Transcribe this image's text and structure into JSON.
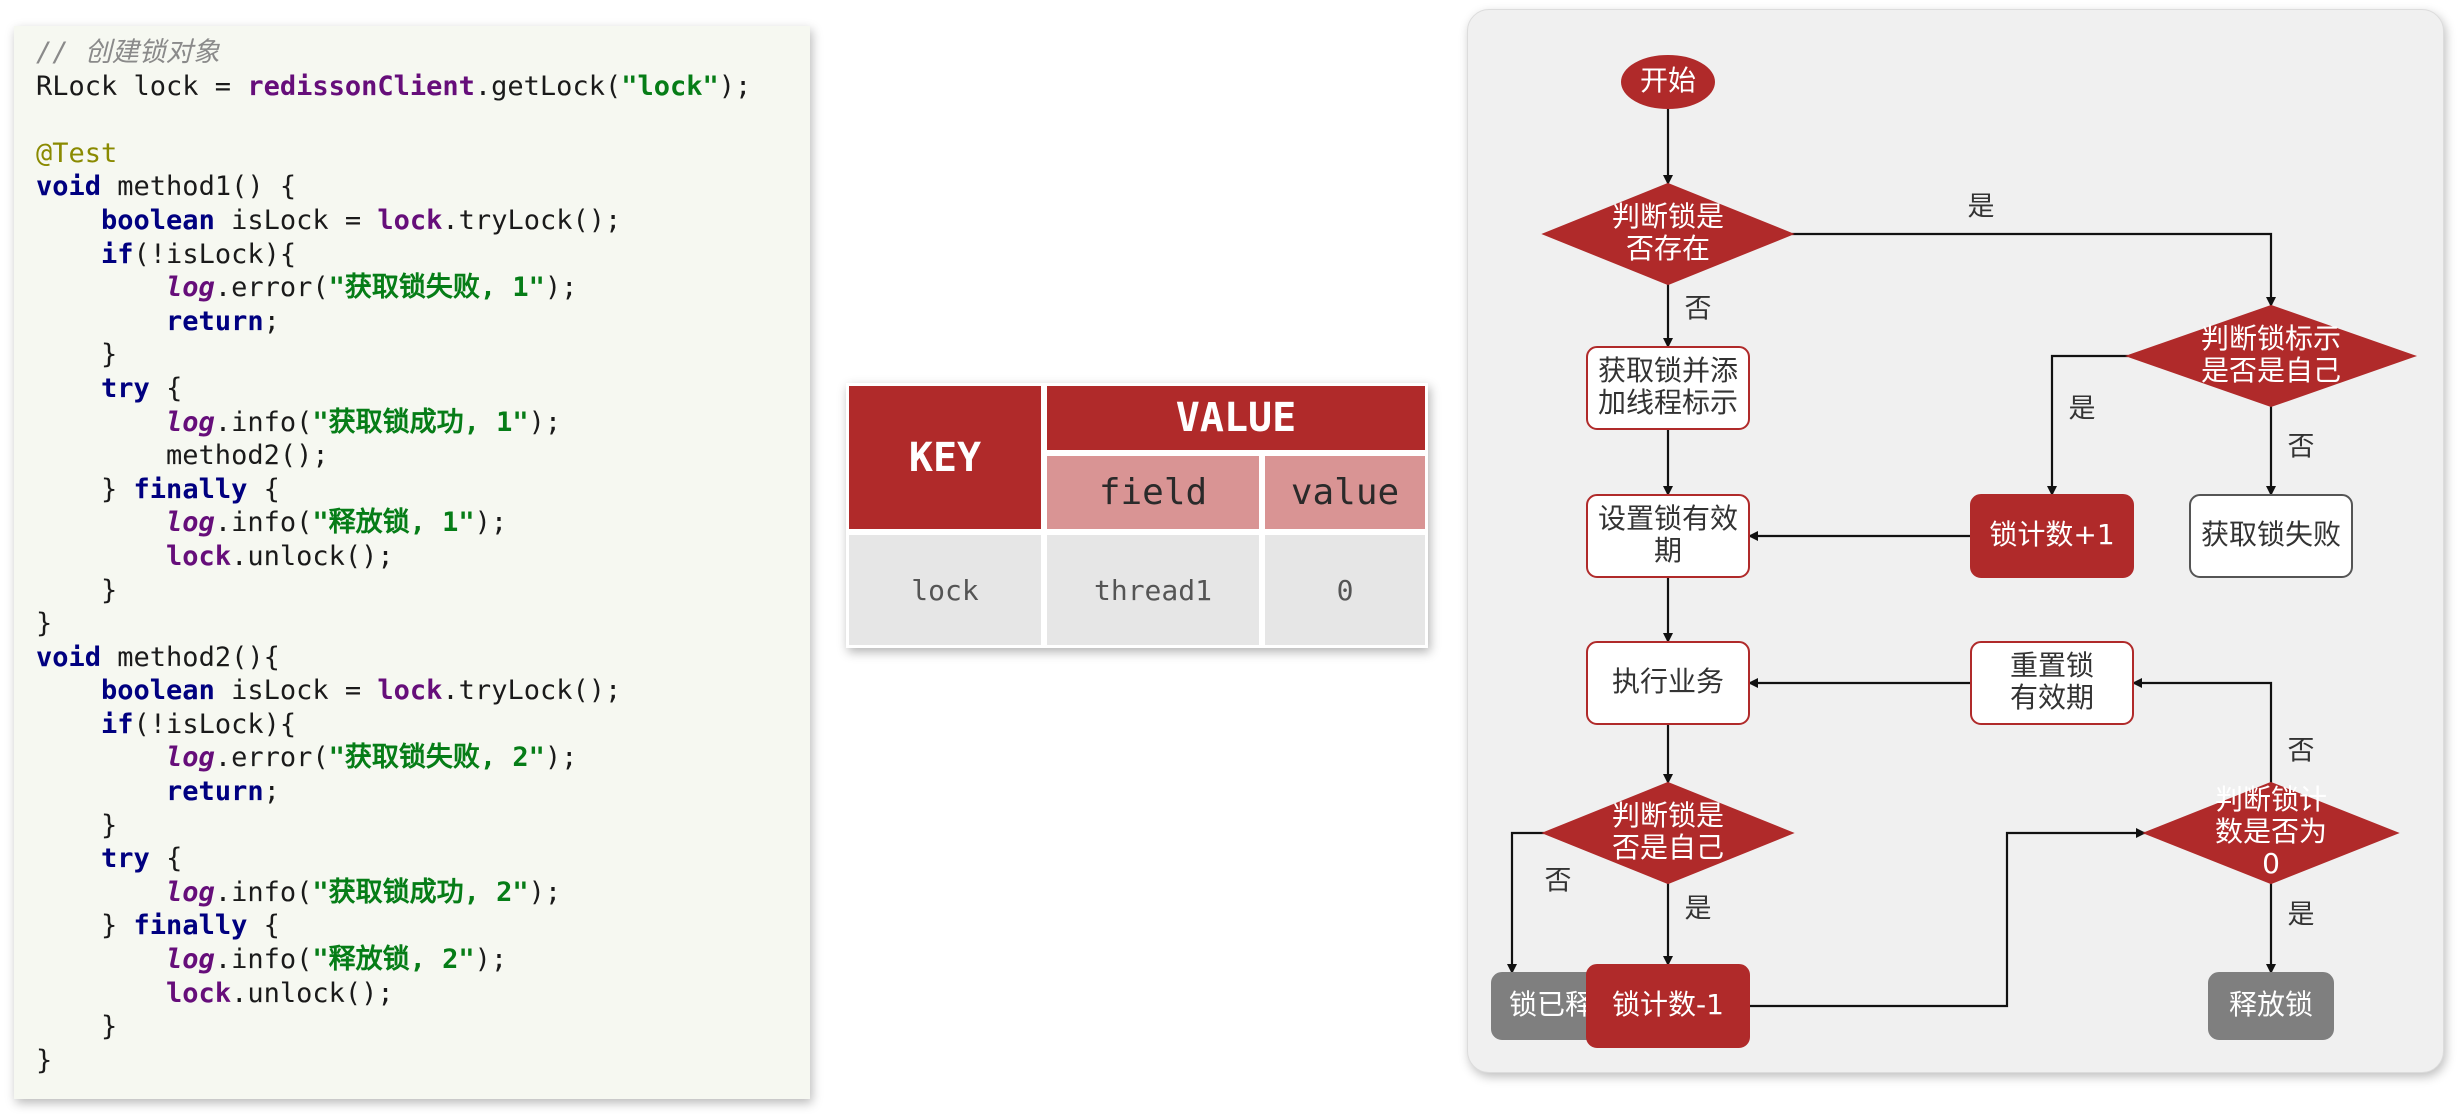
{
  "code": {
    "lines": [
      [
        {
          "t": "comment",
          "v": "// 创建锁对象"
        }
      ],
      [
        {
          "t": "plain",
          "v": "RLock lock = "
        },
        {
          "t": "field",
          "v": "redissonClient"
        },
        {
          "t": "plain",
          "v": ".getLock("
        },
        {
          "t": "str",
          "v": "\"lock\""
        },
        {
          "t": "plain",
          "v": ");"
        }
      ],
      [],
      [
        {
          "t": "annot",
          "v": "@Test"
        }
      ],
      [
        {
          "t": "kw",
          "v": "void"
        },
        {
          "t": "plain",
          "v": " method1() {"
        }
      ],
      [
        {
          "t": "plain",
          "v": "    "
        },
        {
          "t": "kw",
          "v": "boolean"
        },
        {
          "t": "plain",
          "v": " isLock = "
        },
        {
          "t": "field",
          "v": "lock"
        },
        {
          "t": "plain",
          "v": ".tryLock();"
        }
      ],
      [
        {
          "t": "plain",
          "v": "    "
        },
        {
          "t": "kw",
          "v": "if"
        },
        {
          "t": "plain",
          "v": "(!isLock){"
        }
      ],
      [
        {
          "t": "plain",
          "v": "        "
        },
        {
          "t": "log",
          "v": "log"
        },
        {
          "t": "plain",
          "v": ".error("
        },
        {
          "t": "str",
          "v": "\"获取锁失败, 1\""
        },
        {
          "t": "plain",
          "v": ");"
        }
      ],
      [
        {
          "t": "plain",
          "v": "        "
        },
        {
          "t": "kw",
          "v": "return"
        },
        {
          "t": "plain",
          "v": ";"
        }
      ],
      [
        {
          "t": "plain",
          "v": "    }"
        }
      ],
      [
        {
          "t": "plain",
          "v": "    "
        },
        {
          "t": "kw",
          "v": "try"
        },
        {
          "t": "plain",
          "v": " {"
        }
      ],
      [
        {
          "t": "plain",
          "v": "        "
        },
        {
          "t": "log",
          "v": "log"
        },
        {
          "t": "plain",
          "v": ".info("
        },
        {
          "t": "str",
          "v": "\"获取锁成功, 1\""
        },
        {
          "t": "plain",
          "v": ");"
        }
      ],
      [
        {
          "t": "plain",
          "v": "        method2();"
        }
      ],
      [
        {
          "t": "plain",
          "v": "    } "
        },
        {
          "t": "kw",
          "v": "finally"
        },
        {
          "t": "plain",
          "v": " {"
        }
      ],
      [
        {
          "t": "plain",
          "v": "        "
        },
        {
          "t": "log",
          "v": "log"
        },
        {
          "t": "plain",
          "v": ".info("
        },
        {
          "t": "str",
          "v": "\"释放锁, 1\""
        },
        {
          "t": "plain",
          "v": ");"
        }
      ],
      [
        {
          "t": "plain",
          "v": "        "
        },
        {
          "t": "field",
          "v": "lock"
        },
        {
          "t": "plain",
          "v": ".unlock();"
        }
      ],
      [
        {
          "t": "plain",
          "v": "    }"
        }
      ],
      [
        {
          "t": "plain",
          "v": "}"
        }
      ],
      [
        {
          "t": "kw",
          "v": "void"
        },
        {
          "t": "plain",
          "v": " method2(){"
        }
      ],
      [
        {
          "t": "plain",
          "v": "    "
        },
        {
          "t": "kw",
          "v": "boolean"
        },
        {
          "t": "plain",
          "v": " isLock = "
        },
        {
          "t": "field",
          "v": "lock"
        },
        {
          "t": "plain",
          "v": ".tryLock();"
        }
      ],
      [
        {
          "t": "plain",
          "v": "    "
        },
        {
          "t": "kw",
          "v": "if"
        },
        {
          "t": "plain",
          "v": "(!isLock){"
        }
      ],
      [
        {
          "t": "plain",
          "v": "        "
        },
        {
          "t": "log",
          "v": "log"
        },
        {
          "t": "plain",
          "v": ".error("
        },
        {
          "t": "str",
          "v": "\"获取锁失败, 2\""
        },
        {
          "t": "plain",
          "v": ");"
        }
      ],
      [
        {
          "t": "plain",
          "v": "        "
        },
        {
          "t": "kw",
          "v": "return"
        },
        {
          "t": "plain",
          "v": ";"
        }
      ],
      [
        {
          "t": "plain",
          "v": "    }"
        }
      ],
      [
        {
          "t": "plain",
          "v": "    "
        },
        {
          "t": "kw",
          "v": "try"
        },
        {
          "t": "plain",
          "v": " {"
        }
      ],
      [
        {
          "t": "plain",
          "v": "        "
        },
        {
          "t": "log",
          "v": "log"
        },
        {
          "t": "plain",
          "v": ".info("
        },
        {
          "t": "str",
          "v": "\"获取锁成功, 2\""
        },
        {
          "t": "plain",
          "v": ");"
        }
      ],
      [
        {
          "t": "plain",
          "v": "    } "
        },
        {
          "t": "kw",
          "v": "finally"
        },
        {
          "t": "plain",
          "v": " {"
        }
      ],
      [
        {
          "t": "plain",
          "v": "        "
        },
        {
          "t": "log",
          "v": "log"
        },
        {
          "t": "plain",
          "v": ".info("
        },
        {
          "t": "str",
          "v": "\"释放锁, 2\""
        },
        {
          "t": "plain",
          "v": ");"
        }
      ],
      [
        {
          "t": "plain",
          "v": "        "
        },
        {
          "t": "field",
          "v": "lock"
        },
        {
          "t": "plain",
          "v": ".unlock();"
        }
      ],
      [
        {
          "t": "plain",
          "v": "    }"
        }
      ],
      [
        {
          "t": "plain",
          "v": "}"
        }
      ]
    ]
  },
  "hash_table": {
    "key_header": "KEY",
    "value_header": "VALUE",
    "field_header": "field",
    "value_sub_header": "value",
    "row": {
      "key": "lock",
      "field": "thread1",
      "value": "0"
    }
  },
  "flow": {
    "colors": {
      "red": "#b02a2a",
      "gray": "#7f7f7f",
      "white": "#ffffff",
      "line": "#111111"
    },
    "nodes": {
      "start": [
        "开始"
      ],
      "check_exists": [
        "判断锁是",
        "否存在"
      ],
      "acquire": [
        "获取锁并添",
        "加线程标示"
      ],
      "set_expire": [
        "设置锁有效",
        "期"
      ],
      "check_self1": [
        "判断锁标示",
        "是否是自己"
      ],
      "count_plus": [
        "锁计数+1"
      ],
      "fail": [
        "获取锁失败"
      ],
      "execute": [
        "执行业务"
      ],
      "reset_expire": [
        "重置锁",
        "有效期"
      ],
      "check_self2": [
        "判断锁是",
        "否是自己"
      ],
      "check_zero": [
        "判断锁计",
        "数是否为",
        "0"
      ],
      "released": [
        "锁已释放"
      ],
      "count_minus": [
        "锁计数-1"
      ],
      "release": [
        "释放锁"
      ]
    },
    "labels": {
      "yes_exists": "是",
      "no_exists": "否",
      "yes_self1": "是",
      "no_self1": "否",
      "no_self2": "否",
      "yes_self2": "是",
      "no_zero": "否",
      "yes_zero": "是"
    }
  }
}
